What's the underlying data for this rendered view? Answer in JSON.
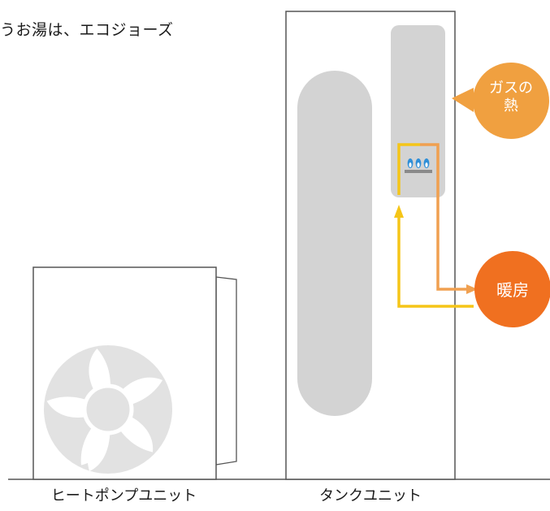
{
  "intro_text": "うお湯は、エコジョーズ",
  "captions": {
    "heat_pump_unit": "ヒートポンプユニット",
    "tank_unit": "タンクユニット"
  },
  "bubbles": {
    "gas_heat_line1": "ガスの",
    "gas_heat_line2": "熱",
    "heating": "暖房"
  },
  "colors": {
    "outline": "#555555",
    "panel_gray": "#d3d3d3",
    "fan_fill": "#e2e2e2",
    "pipe_yellow": "#f5c518",
    "pipe_orange": "#f0a050",
    "bubble_gas": "#f0a040",
    "bubble_heating": "#f07020",
    "flame_blue": "#2f8fd8"
  }
}
